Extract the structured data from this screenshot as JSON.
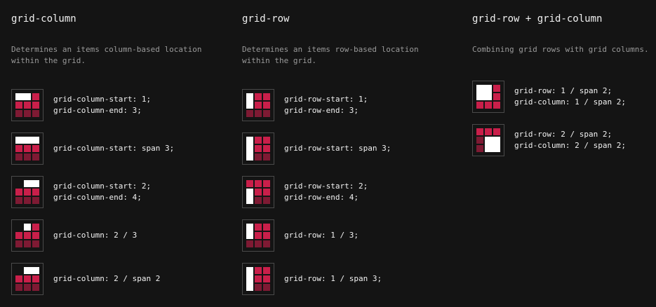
{
  "colors": {
    "cell_primary": "#c91f4a",
    "cell_secondary": "#7e1a33",
    "highlight": "#ffffff"
  },
  "columns": [
    {
      "title": "grid-column",
      "description": "Determines an items column-based location within the grid.",
      "examples": [
        {
          "lines": [
            "grid-column-start: 1;",
            "grid-column-end: 3;"
          ]
        },
        {
          "lines": [
            "grid-column-start: span 3;"
          ]
        },
        {
          "lines": [
            "grid-column-start: 2;",
            "grid-column-end: 4;"
          ]
        },
        {
          "lines": [
            "grid-column: 2 / 3"
          ]
        },
        {
          "lines": [
            "grid-column: 2 / span 2"
          ]
        }
      ]
    },
    {
      "title": "grid-row",
      "description": "Determines an items row-based location within the grid.",
      "examples": [
        {
          "lines": [
            "grid-row-start: 1;",
            "grid-row-end: 3;"
          ]
        },
        {
          "lines": [
            "grid-row-start: span 3;"
          ]
        },
        {
          "lines": [
            "grid-row-start: 2;",
            "grid-row-end: 4;"
          ]
        },
        {
          "lines": [
            "grid-row: 1 / 3;"
          ]
        },
        {
          "lines": [
            "grid-row: 1 / span 3;"
          ]
        }
      ]
    },
    {
      "title": "grid-row + grid-column",
      "description": "Combining grid rows with grid columns.",
      "examples": [
        {
          "lines": [
            "grid-row: 1 / span 2;",
            "grid-column: 1 / span 2;"
          ]
        },
        {
          "lines": [
            "grid-row: 2 / span 2;",
            "grid-column: 2 / span 2;"
          ]
        }
      ]
    }
  ]
}
